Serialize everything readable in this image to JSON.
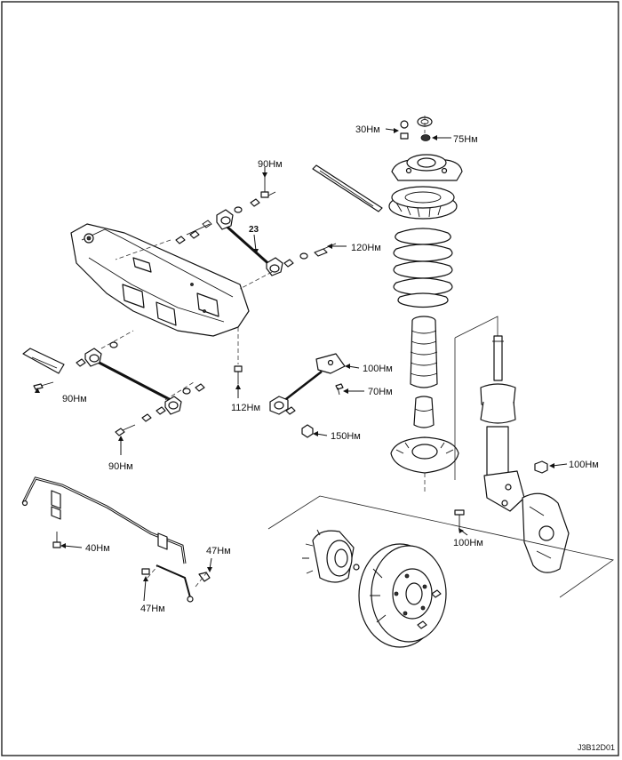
{
  "diagram_code": "J3B12D01",
  "part_number": "23",
  "torque_labels": {
    "strut_nut": "30Нм",
    "strut_mount": "75Нм",
    "link_top": "90Нм",
    "link_right": "120Нм",
    "trailing_top": "100Нм",
    "trailing_bolt": "70Нм",
    "trailing_nut": "150Нм",
    "crossmember_bolt": "112Нм",
    "lower_arm_left": "90Нм",
    "lower_arm_bottom": "90Нм",
    "knuckle_nut": "100Нм",
    "knuckle_bolt": "100Нм",
    "stabilizer_bracket": "40Нм",
    "link_nut_top": "47Нм",
    "link_nut_bottom": "47Нм"
  },
  "border_color": "#222222"
}
